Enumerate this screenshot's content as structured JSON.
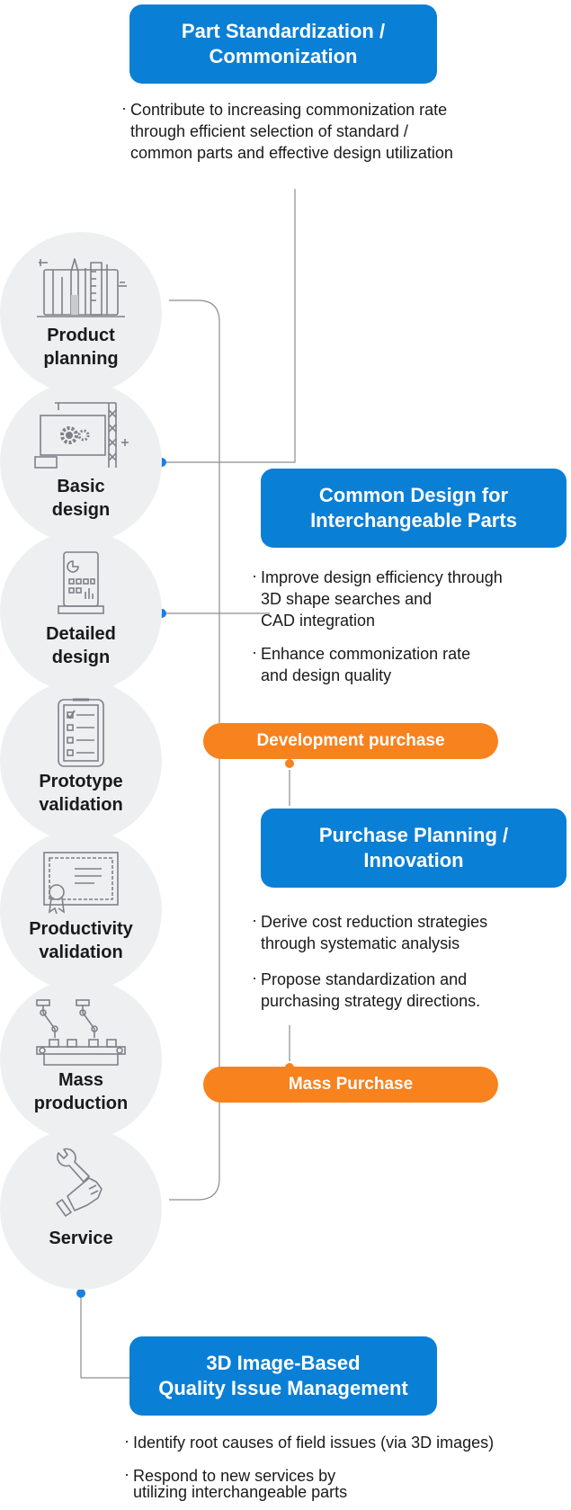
{
  "top_box": {
    "line1": "Part Standardization /",
    "line2": "Commonization",
    "bullet": [
      "Contribute to increasing commonization rate",
      "through efficient selection of standard /",
      "common parts and effective design utilization"
    ]
  },
  "stages": [
    {
      "line1": "Product",
      "line2": "planning",
      "icon": "drafting-tools-icon"
    },
    {
      "line1": "Basic",
      "line2": "design",
      "icon": "crane-gear-board-icon"
    },
    {
      "line1": "Detailed",
      "line2": "design",
      "icon": "tablet-chart-icon"
    },
    {
      "line1": "Prototype",
      "line2": "validation",
      "icon": "checklist-clipboard-icon"
    },
    {
      "line1": "Productivity",
      "line2": "validation",
      "icon": "certificate-icon"
    },
    {
      "line1": "Mass",
      "line2": "production",
      "icon": "robot-arms-icon"
    },
    {
      "line1": "Service",
      "line2": "",
      "icon": "wrench-hand-icon"
    }
  ],
  "common_design": {
    "line1": "Common Design for",
    "line2": "Interchangeable Parts",
    "bullet1": [
      "Improve design efficiency through",
      "3D shape searches and",
      "CAD integration"
    ],
    "bullet2": [
      "Enhance commonization rate",
      "and design quality"
    ]
  },
  "dev_purchase": "Development purchase",
  "purchase_planning": {
    "line1": "Purchase Planning /",
    "line2": "Innovation",
    "bullet1": [
      "Derive cost reduction strategies",
      "through systematic analysis"
    ],
    "bullet2": [
      "Propose standardization and",
      "purchasing strategy directions."
    ]
  },
  "mass_purchase": "Mass Purchase",
  "quality_box": {
    "line1": "3D Image-Based",
    "line2": "Quality Issue Management",
    "bullet1": [
      "Identify root causes of field issues (via 3D images)"
    ],
    "bullet2": [
      "Respond to new services by",
      "utilizing interchangeable parts"
    ]
  },
  "bullet_mark": "·",
  "colors": {
    "blue": "#0a7fd6",
    "orange": "#f7821e",
    "circle": "#eeeff1",
    "line": "#8a8d92",
    "dot_blue": "#1a7fe0"
  }
}
